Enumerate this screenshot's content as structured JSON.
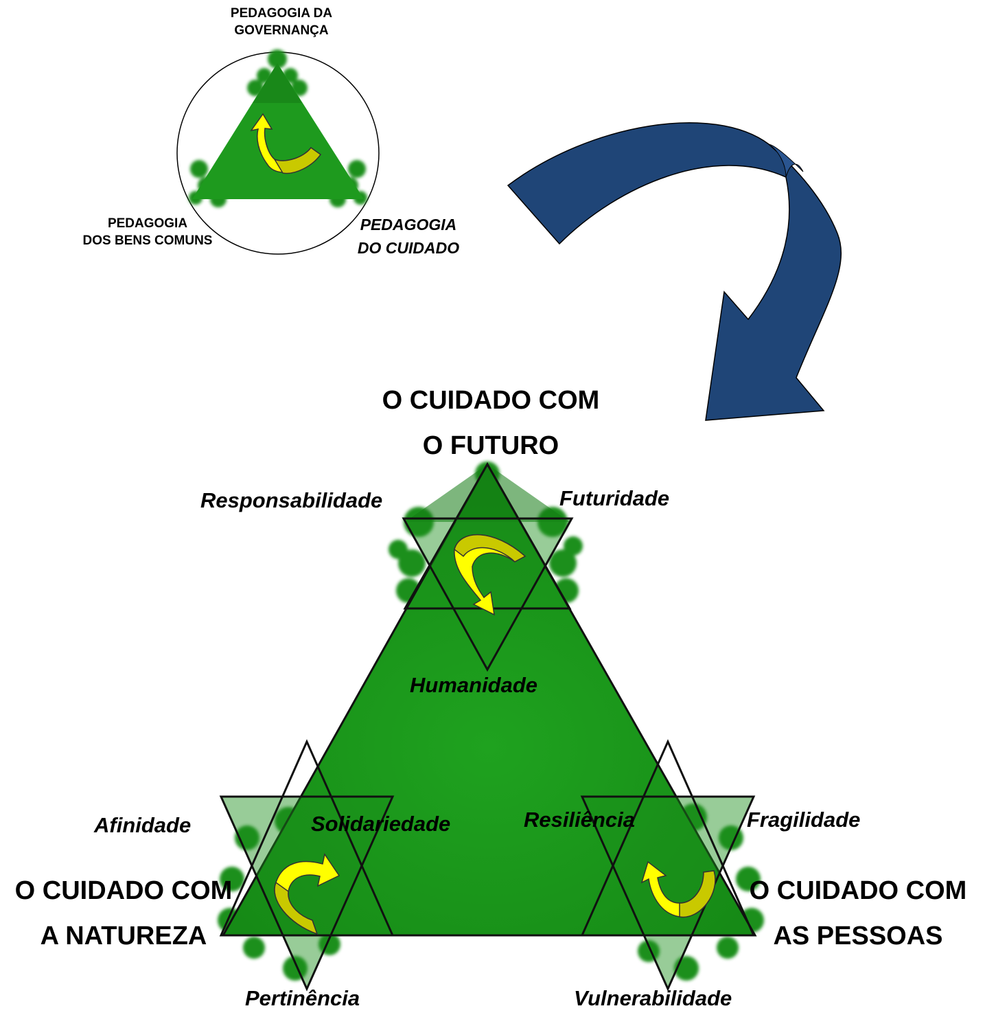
{
  "colors": {
    "green_fill": "#1f9a1f",
    "green_dark": "#137a13",
    "arrow_yellow": "#ffff00",
    "arrow_olive": "#c9c900",
    "big_arrow": "#1f4577",
    "outline": "#111111"
  },
  "small_diagram": {
    "top_label": "PEDAGOGIA DA\nGOVERNANÇA",
    "left_label": "PEDAGOGIA\nDOS BENS COMUNS",
    "right_label": "PEDAGOGIA\nDO CUIDADO"
  },
  "main": {
    "top_title": "O CUIDADO COM\nO FUTURO",
    "left_title": "O CUIDADO COM\nA NATUREZA",
    "right_title": "O CUIDADO COM\nAS PESSOAS",
    "top_terms": {
      "left": "Responsabilidade",
      "right": "Futuridade",
      "bottom": "Humanidade"
    },
    "left_terms": {
      "left": "Afinidade",
      "right": "Solidariedade",
      "bottom": "Pertinência"
    },
    "right_terms": {
      "left": "Resiliência",
      "right": "Fragilidade",
      "bottom": "Vulnerabilidade"
    }
  }
}
